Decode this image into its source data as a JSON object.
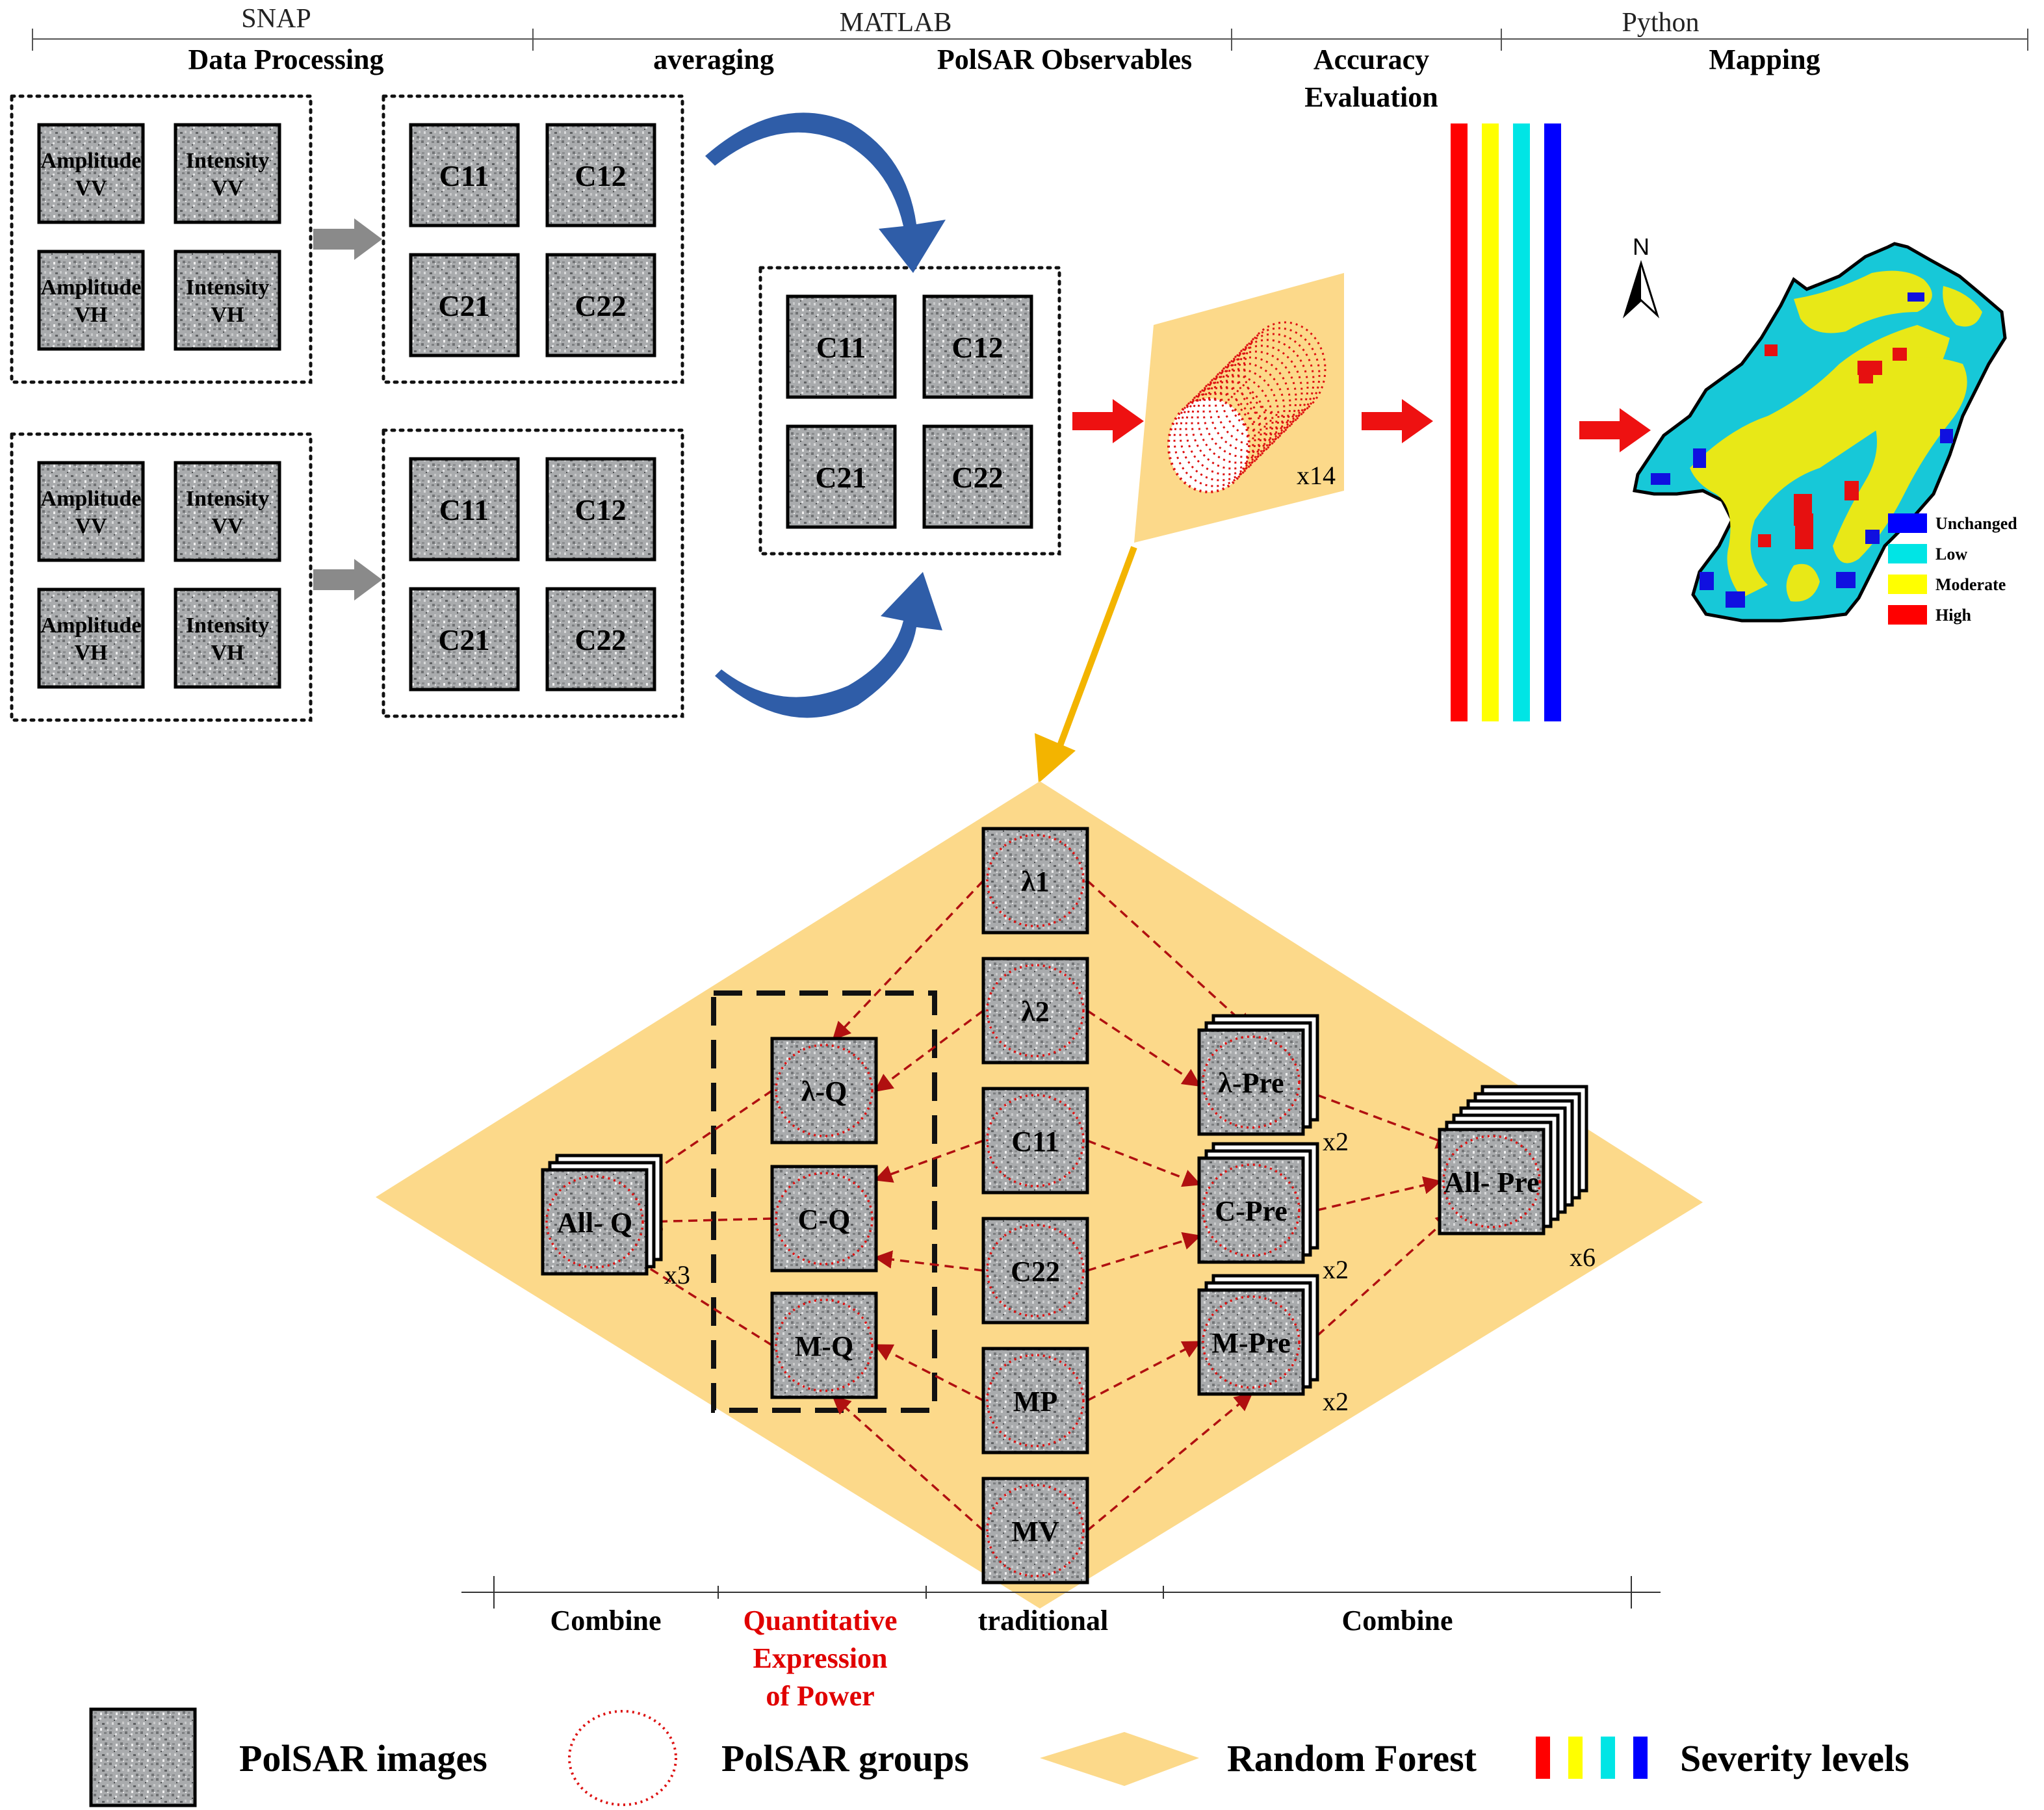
{
  "header": {
    "tools": [
      {
        "id": "snap",
        "label": "SNAP"
      },
      {
        "id": "matlab",
        "label": "MATLAB"
      },
      {
        "id": "python",
        "label": "Python"
      }
    ],
    "stages": [
      {
        "id": "data-processing",
        "label": "Data Processing"
      },
      {
        "id": "averaging",
        "label": "averaging"
      },
      {
        "id": "polsar-observables",
        "label": "PolSAR Observables"
      },
      {
        "id": "accuracy-evaluation",
        "label": "Accuracy Evaluation"
      },
      {
        "id": "mapping",
        "label": "Mapping"
      }
    ]
  },
  "input_tiles": [
    {
      "line1": "Amplitude",
      "line2": "VV"
    },
    {
      "line1": "Intensity",
      "line2": "VV"
    },
    {
      "line1": "Amplitude",
      "line2": "VH"
    },
    {
      "line1": "Intensity",
      "line2": "VH"
    }
  ],
  "covariance_tiles": [
    "C11",
    "C12",
    "C21",
    "C22"
  ],
  "random_forest": {
    "multiplier": "x14"
  },
  "severity_colors": [
    "#ff0000",
    "#ffff00",
    "#00e5e5",
    "#0000ff"
  ],
  "map_legend": [
    {
      "label": "Unchanged",
      "color": "#0000ff"
    },
    {
      "label": "Low",
      "color": "#00e5e5"
    },
    {
      "label": "Moderate",
      "color": "#ffff00"
    },
    {
      "label": "High",
      "color": "#ff0000"
    }
  ],
  "north_label": "N",
  "features": {
    "traditional": [
      "λ1",
      "λ2",
      "C11",
      "C22",
      "MP",
      "MV"
    ],
    "quantitative": [
      "λ-Q",
      "C-Q",
      "M-Q"
    ],
    "all_q": {
      "label": "All- Q",
      "multiplier": "x3"
    },
    "pre": [
      {
        "label": "λ-Pre",
        "multiplier": "x2"
      },
      {
        "label": "C-Pre",
        "multiplier": "x2"
      },
      {
        "label": "M-Pre",
        "multiplier": "x2"
      }
    ],
    "all_pre": {
      "label": "All- Pre",
      "multiplier": "x6"
    }
  },
  "bottom_axis": {
    "labels": [
      {
        "id": "combine-left",
        "lines": [
          "Combine"
        ],
        "color": "#000000"
      },
      {
        "id": "qep",
        "lines": [
          "Quantitative",
          "Expression",
          "of Power"
        ],
        "color": "#e00000"
      },
      {
        "id": "traditional",
        "lines": [
          "traditional"
        ],
        "color": "#000000"
      },
      {
        "id": "combine-right",
        "lines": [
          "Combine"
        ],
        "color": "#000000"
      }
    ]
  },
  "legend": [
    {
      "id": "polsar-images",
      "label": "PolSAR images"
    },
    {
      "id": "polsar-groups",
      "label": "PolSAR groups"
    },
    {
      "id": "random-forest",
      "label": "Random Forest"
    },
    {
      "id": "severity-levels",
      "label": "Severity levels"
    }
  ]
}
